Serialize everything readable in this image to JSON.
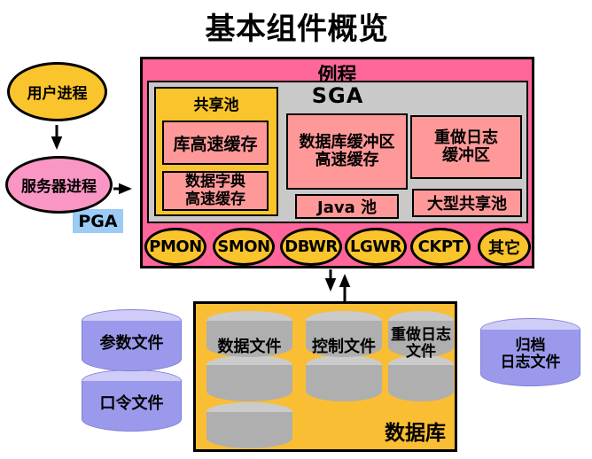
{
  "title": "基本组件概览",
  "left_flow": {
    "user_process": "用户进程",
    "server_process": "服务器进程",
    "pga": "PGA"
  },
  "instance": {
    "title": "例程",
    "sga": {
      "title": "SGA",
      "shared_pool": {
        "title": "共享池",
        "library_cache": "库高速缓存",
        "data_dictionary_cache": "数据字典\n高速缓存"
      },
      "database_buffer_cache": "数据库缓冲区\n高速缓存",
      "redo_log_buffer": "重做日志\n缓冲区",
      "java_pool": "Java 池",
      "large_pool": "大型共享池"
    },
    "processes": [
      "PMON",
      "SMON",
      "DBWR",
      "LGWR",
      "CKPT",
      "其它"
    ]
  },
  "database": {
    "title": "数据库",
    "data_files": "数据文件",
    "control_files": "控制文件",
    "redo_log_files": "重做日志\n文件"
  },
  "external_files": {
    "parameter_file": "参数文件",
    "password_file": "口令文件",
    "archive_log_files": "归档\n日志文件"
  },
  "colors": {
    "instance_pink": "#FF6699",
    "component_salmon": "#FF9999",
    "server_pink": "#FA96C4",
    "gold": "#FAC42C",
    "database_gold": "#F9BE33",
    "sga_gray": "#C9C9C9",
    "cylinder_gray": "#AFAFAF",
    "cylinder_purple": "#9B99EC",
    "pga_blue": "#9CCBF5"
  }
}
